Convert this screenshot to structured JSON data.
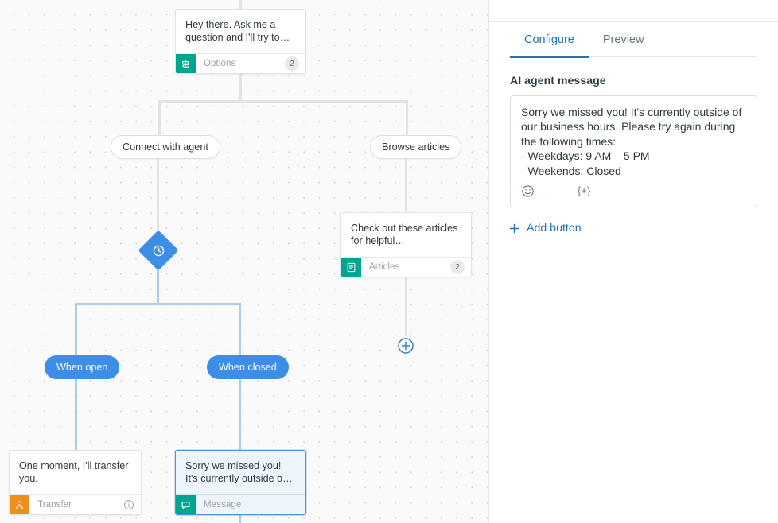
{
  "canvas": {
    "nodes": [
      {
        "id": "greeting",
        "text": "Hey there. Ask me a question and I'll try to…",
        "footer_label": "Options",
        "badge": "2",
        "icon": "signpost-icon"
      },
      {
        "id": "articles",
        "text": "Check out these articles for helpful…",
        "footer_label": "Articles",
        "badge": "2",
        "icon": "article-icon"
      },
      {
        "id": "transfer",
        "text": "One moment, I'll transfer you.",
        "footer_label": "Transfer",
        "badge": "",
        "icon": "person-icon"
      },
      {
        "id": "message",
        "text": "Sorry we missed you! It's currently outside o…",
        "footer_label": "Message",
        "badge": "",
        "icon": "chat-icon"
      }
    ],
    "option_pills": [
      {
        "id": "connect",
        "label": "Connect with agent"
      },
      {
        "id": "browse",
        "label": "Browse articles"
      }
    ],
    "branch_pills": [
      {
        "id": "when-open",
        "label": "When open"
      },
      {
        "id": "when-closed",
        "label": "When closed"
      }
    ],
    "condition_node": {
      "icon": "clock-icon"
    },
    "add_node": {
      "icon": "plus-circle-icon"
    }
  },
  "panel": {
    "tabs": [
      {
        "id": "configure",
        "label": "Configure",
        "active": true
      },
      {
        "id": "preview",
        "label": "Preview",
        "active": false
      }
    ],
    "section_title": "AI agent message",
    "message": "Sorry we missed you! It's currently outside of our business hours. Please try again during the following times:\n- Weekdays: 9 AM – 5 PM\n- Weekends: Closed",
    "tools": [
      {
        "id": "emoji",
        "icon": "emoji-icon",
        "label": ""
      },
      {
        "id": "variable",
        "icon": "variable-icon",
        "label": "{+}"
      }
    ],
    "add_button_label": "Add button"
  },
  "colors": {
    "accent_blue": "#1f73b7",
    "node_blue": "#3c8ee6",
    "teal": "#00a58e",
    "orange": "#ed8f1c",
    "canvas_bg": "#fafafa",
    "connector": "#e2e3e5",
    "connector_blue": "#a9cdef"
  }
}
